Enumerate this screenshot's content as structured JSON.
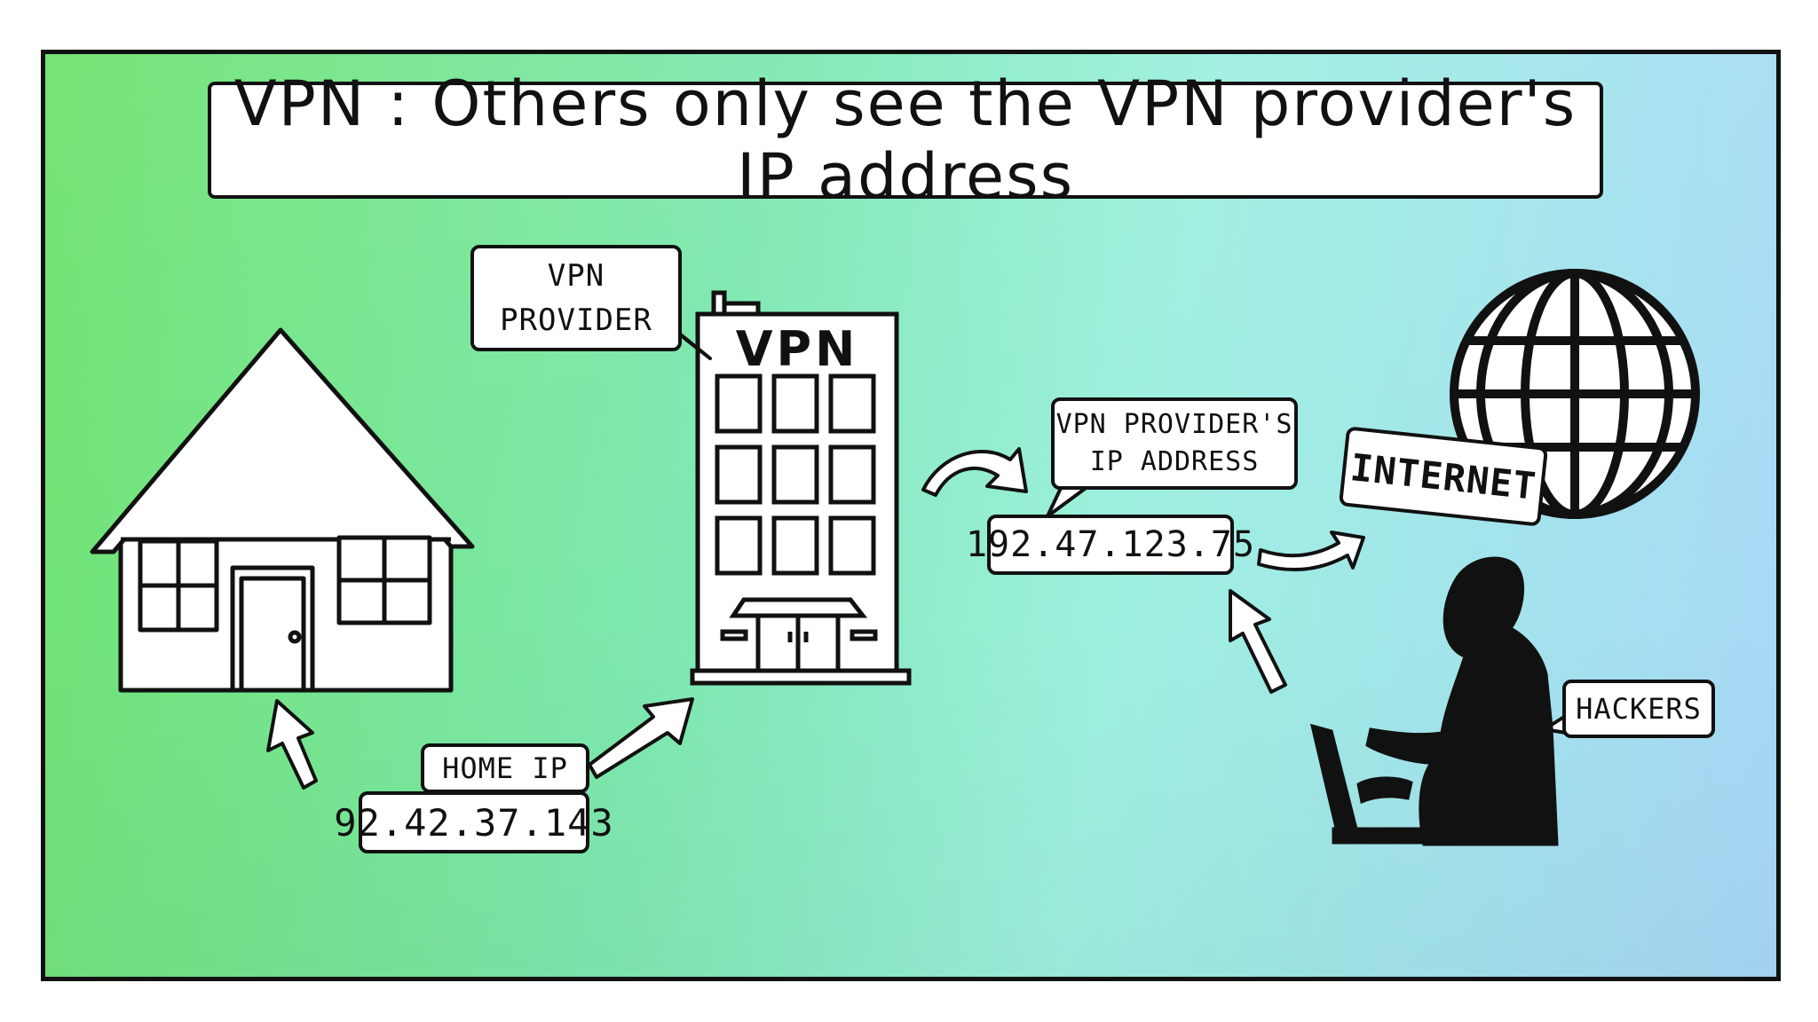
{
  "title": "VPN : Others only see the VPN provider's IP address",
  "vpn_provider_callout": {
    "line1": "VPN",
    "line2": "PROVIDER"
  },
  "building_sign": "VPN",
  "vpn_ip_callout": {
    "line1": "VPN PROVIDER'S",
    "line2": "IP ADDRESS"
  },
  "vpn_ip_value": "192.47.123.75",
  "home_ip_label": "HOME IP",
  "home_ip_value": "92.42.37.143",
  "internet_label": "INTERNET",
  "hackers_label": "HACKERS",
  "icons": [
    "house-icon",
    "office-building-icon",
    "globe-icon",
    "hacker-silhouette-icon",
    "arrow-icon"
  ],
  "colors": {
    "gradient_start": "#6fe36f",
    "gradient_mid1": "#7ee8b0",
    "gradient_mid2": "#9ef0e0",
    "gradient_end": "#a8d8f8",
    "ink": "#111111",
    "paper": "#ffffff"
  }
}
